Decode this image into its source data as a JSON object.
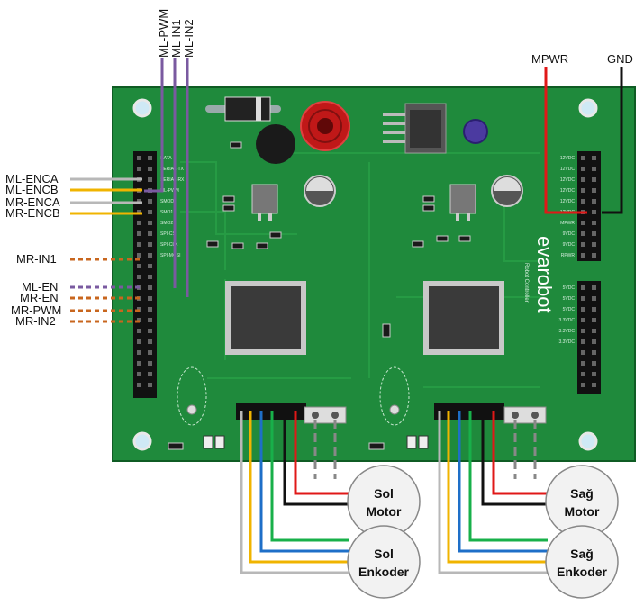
{
  "top_labels": [
    "ML-PWM",
    "ML-IN1",
    "ML-IN2"
  ],
  "right_labels": {
    "mpwr": "MPWR",
    "gnd": "GND"
  },
  "left_labels": {
    "ml_enca": "ML-ENCA",
    "ml_encb": "ML-ENCB",
    "mr_enca": "MR-ENCA",
    "mr_encb": "MR-ENCB",
    "mr_in1": "MR-IN1",
    "ml_en": "ML-EN",
    "mr_en": "MR-EN",
    "mr_pwm": "MR-PWM",
    "mr_in2": "MR-IN2"
  },
  "board": {
    "brand": "evarobot",
    "brand_sub": "Robot Controller",
    "jp3_pins": [
      "DATA",
      "SERIAL-TX",
      "SERIAL-RX",
      "ML-PWM",
      "SMOD",
      "SMO1",
      "SMO2",
      "SPI-CS",
      "SPI-CLK",
      "SPI-MOSI"
    ],
    "jp1_pins": [
      "12VDC",
      "12VDC",
      "12VDC",
      "12VDC",
      "12VDC",
      "12VDC",
      "MPWR",
      "9VDC",
      "9VDC",
      "RPWR"
    ],
    "jp2_pins": [
      "5VDC",
      "5VDC",
      "5VDC",
      "3.3VDC",
      "3.3VDC",
      "3.3VDC"
    ]
  },
  "motors": {
    "left_motor": [
      "Sol",
      "Motor"
    ],
    "left_encoder": [
      "Sol",
      "Enkoder"
    ],
    "right_motor": [
      "Sağ",
      "Motor"
    ],
    "right_encoder": [
      "Sağ",
      "Enkoder"
    ]
  },
  "colors": {
    "pcb": "#1f8a3c",
    "pcb_border": "#0f5c24",
    "purple": "#7a5aa0",
    "orange": "#c8661e",
    "gray": "#b8b8b8",
    "yellow": "#f0b400",
    "blue": "#1e6fc8",
    "green": "#18b04a",
    "red": "#e01818",
    "black": "#111111"
  }
}
